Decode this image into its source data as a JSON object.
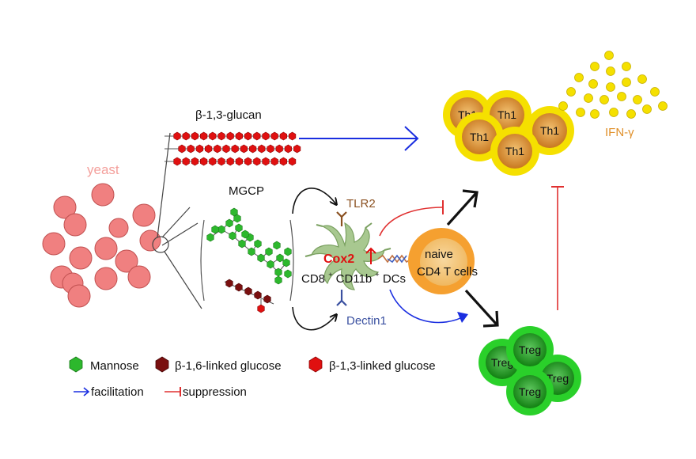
{
  "labels": {
    "yeast": "yeast",
    "glucan": "β-1,3-glucan",
    "mgcp": "MGCP",
    "tlr2": "TLR2",
    "dectin1": "Dectin1",
    "cox2": "Cox2",
    "dc_line_a": "CD8",
    "dc_line_b": "CD11b",
    "dc_line_c": "DCs",
    "naive_a": "naive",
    "naive_b": "CD4 T cells",
    "th1": "Th1",
    "treg": "Treg",
    "ifn": "IFN-γ"
  },
  "legend": {
    "mannose": "Mannose",
    "b16": "β-1,6-linked glucose",
    "b13": "β-1,3-linked glucose",
    "facilitation": "facilitation",
    "suppression": "suppression"
  },
  "colors": {
    "yeast": "#f08080",
    "yeast_label": "#f4a09c",
    "mannose": "#2db82d",
    "b16_glucose": "#7a1010",
    "b13_glucose": "#e01010",
    "facilitation": "#1a2ee0",
    "suppression": "#e03030",
    "th1_ring": "#f5e000",
    "th1_cell": "#d8882a",
    "treg_ring": "#2ad02a",
    "treg_cell": "#1a9a1a",
    "ifn_dot": "#f5e000",
    "ifn_label": "#e0902a",
    "naive_ring": "#f5a030",
    "dc_body": "#a8c890",
    "tlr2": "#8a5020",
    "dectin1": "#3a50a0"
  }
}
